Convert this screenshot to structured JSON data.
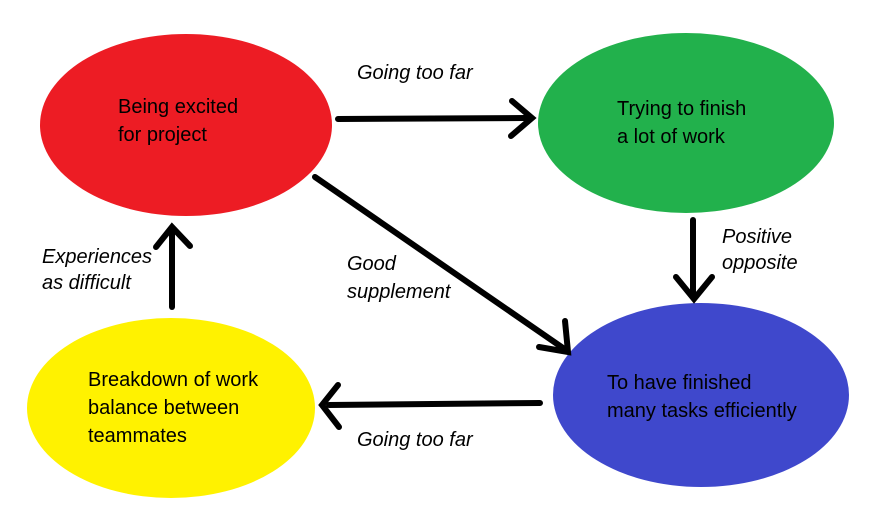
{
  "diagram": {
    "background": "#ffffff",
    "text_color": "#000000",
    "arrow_color": "#000000",
    "nodes": {
      "excited": {
        "color": "#ed1c24",
        "color_name": "red",
        "lines": [
          "Being excited",
          "for project"
        ]
      },
      "trying": {
        "color": "#22b14c",
        "color_name": "green",
        "lines": [
          "Trying to finish",
          "a lot of work"
        ]
      },
      "breakdown": {
        "color": "#fff200",
        "color_name": "yellow",
        "lines": [
          "Breakdown of work",
          "balance between",
          "teammates"
        ]
      },
      "finished": {
        "color": "#3f48cc",
        "color_name": "blue",
        "lines": [
          "To have finished",
          "many tasks efficiently"
        ]
      }
    },
    "edges": {
      "excited_to_trying": {
        "from": "excited",
        "to": "trying",
        "direction": "right",
        "label": "Going too far"
      },
      "trying_to_finished": {
        "from": "trying",
        "to": "finished",
        "direction": "down",
        "lines": [
          "Positive",
          "opposite"
        ]
      },
      "excited_to_finished": {
        "from": "excited",
        "to": "finished",
        "direction": "diagonal-down-right",
        "lines": [
          "Good",
          "supplement"
        ]
      },
      "finished_to_breakdown": {
        "from": "finished",
        "to": "breakdown",
        "direction": "left",
        "label": "Going too far"
      },
      "breakdown_to_excited": {
        "from": "breakdown",
        "to": "excited",
        "direction": "up",
        "lines": [
          "Experiences",
          "as difficult"
        ]
      }
    }
  }
}
